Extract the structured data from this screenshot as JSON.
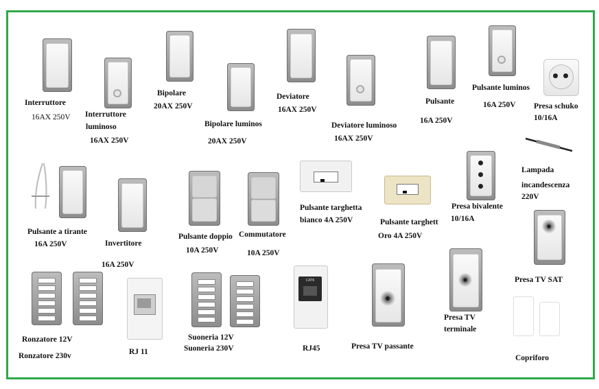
{
  "labels": {
    "interruttore": {
      "name": "Interruttore",
      "rating": "16AX 250V"
    },
    "interruttore_luminoso": {
      "name": "Interruttore",
      "name2": "luminoso",
      "rating": "16AX   250V"
    },
    "bipolare": {
      "name": "Bipolare",
      "rating": "20AX   250V"
    },
    "bipolare_luminoso": {
      "name": "Bipolare luminos",
      "rating": "20AX    250V"
    },
    "deviatore": {
      "name": "Deviatore",
      "rating": "16AX 250V"
    },
    "deviatore_luminoso": {
      "name": "Deviatore  luminoso",
      "rating": "16AX 250V"
    },
    "pulsante": {
      "name": "Pulsante",
      "rating": "16A    250V"
    },
    "pulsante_luminoso": {
      "name": "Pulsante luminos",
      "rating": "16A    250V"
    },
    "presa_schuko": {
      "name": "Presa schuko",
      "rating": "10/16A"
    },
    "lampada": {
      "name": "Lampada",
      "name2": "incandescenza",
      "rating": "220V"
    },
    "pulsante_tirante": {
      "name": "Pulsante a tirante",
      "rating": "16A    250V"
    },
    "invertitore": {
      "name": "Invertitore",
      "rating": "16A    250V"
    },
    "pulsante_doppio": {
      "name": "Pulsante doppio",
      "rating": "10A 250V"
    },
    "commutatore": {
      "name": "Commutatore",
      "rating": "10A 250V"
    },
    "targhetta_bianco": {
      "name": "Pulsante targhetta",
      "rating": "bianco 4A 250V"
    },
    "targhetta_oro": {
      "name": "Pulsante targhett",
      "rating": "Oro  4A 250V"
    },
    "presa_bivalente": {
      "name": "Presa bivalente",
      "rating": "10/16A"
    },
    "presa_tv_sat": {
      "name": "Presa TV SAT"
    },
    "ronzatore": {
      "line1": "Ronzatore 12V",
      "line2": "Ronzatore 230v"
    },
    "rj11": {
      "name": "RJ 11"
    },
    "suoneria": {
      "line1": "Suoneria 12V",
      "line2": "Suoneria 230V"
    },
    "rj45": {
      "name": "RJ45",
      "jack_text": "CAT6"
    },
    "presa_tv_passante": {
      "name": "Presa TV passante"
    },
    "presa_tv_terminale": {
      "name": "Presa TV",
      "name2": "terminale"
    },
    "copriforo": {
      "name": "Copriforo"
    }
  },
  "colors": {
    "border": "#2fa84a",
    "text": "#111111"
  }
}
